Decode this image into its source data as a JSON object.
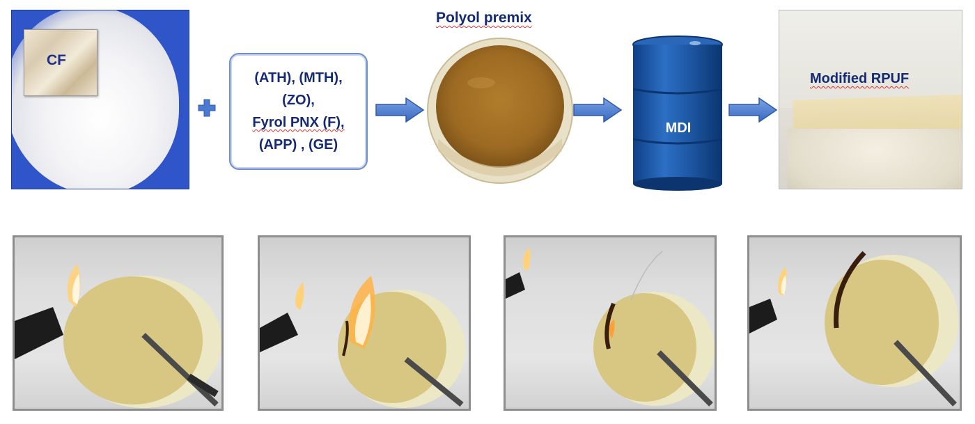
{
  "labels": {
    "cf": "CF",
    "additives": [
      "(ATH), (MTH),",
      "(ZO),",
      "Fyrol PNX (F),",
      "(APP) , (GE)"
    ],
    "premix": "Polyol premix",
    "mdi": "MDI",
    "product": "Modified RPUF"
  },
  "colors": {
    "text": "#142a73",
    "arrow": "#4a7bd0",
    "drum": "#1f5aa8",
    "powder_bg": "#2f55c8"
  }
}
